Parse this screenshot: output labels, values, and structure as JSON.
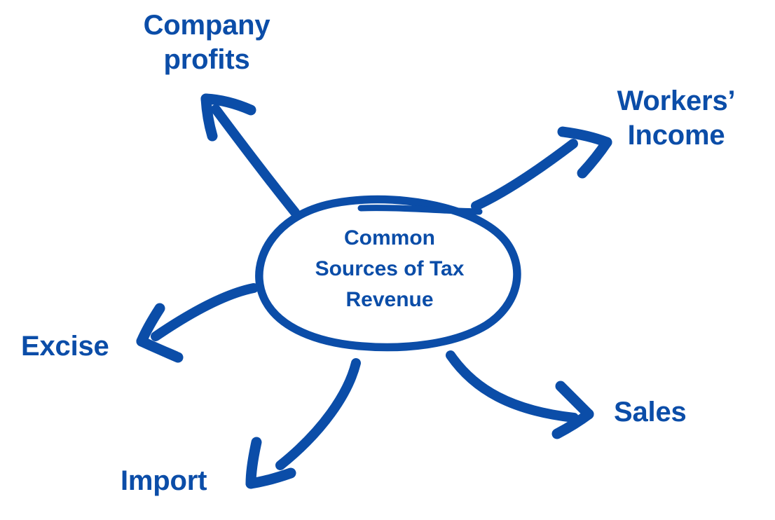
{
  "diagram": {
    "type": "hub-and-spoke-mind-map",
    "title": "Common Sources of Tax Revenue",
    "background_color": "#FFFFFF",
    "accent_color": "#0B4DA8",
    "center": {
      "label": "Common\nSources of Tax\nRevenue",
      "shape": "hand-drawn-ellipse"
    },
    "nodes": [
      {
        "id": "company-profits",
        "label": "Company\nprofits",
        "position": "top-left",
        "arrow": "curved-arrow-up-left"
      },
      {
        "id": "workers-income",
        "label": "Workers’\nIncome",
        "position": "top-right",
        "arrow": "curved-arrow-up-right"
      },
      {
        "id": "excise",
        "label": "Excise",
        "position": "left",
        "arrow": "curved-arrow-left"
      },
      {
        "id": "import",
        "label": "Import",
        "position": "bottom-left",
        "arrow": "curved-arrow-down-left"
      },
      {
        "id": "sales",
        "label": "Sales",
        "position": "bottom-right",
        "arrow": "curved-arrow-down-right"
      }
    ]
  },
  "chart_data": {
    "type": "diagram",
    "title": "Common Sources of Tax Revenue",
    "center_node": "Common Sources of Tax Revenue",
    "categories": [
      "Company profits",
      "Workers’ Income",
      "Excise",
      "Import",
      "Sales"
    ],
    "edges": [
      {
        "from": "Common Sources of Tax Revenue",
        "to": "Company profits",
        "direction": "outward"
      },
      {
        "from": "Common Sources of Tax Revenue",
        "to": "Workers’ Income",
        "direction": "outward"
      },
      {
        "from": "Common Sources of Tax Revenue",
        "to": "Excise",
        "direction": "outward"
      },
      {
        "from": "Common Sources of Tax Revenue",
        "to": "Import",
        "direction": "outward"
      },
      {
        "from": "Common Sources of Tax Revenue",
        "to": "Sales",
        "direction": "outward"
      }
    ],
    "legend": [],
    "grid": false
  }
}
